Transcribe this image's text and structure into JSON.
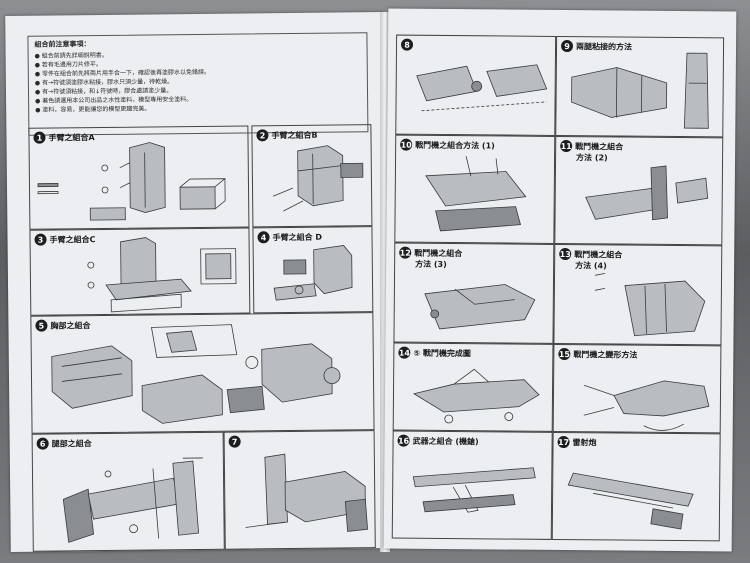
{
  "notes": {
    "title": "組合前注意事項：",
    "lines": [
      "● 組合前請先詳細說明書。",
      "● 若有毛邊用刀片修平。",
      "● 零件在組合前先將兩片用手合一下，確認後再塗膠水以免錯誤。",
      "● 有→符號須塗膠水粘接，膠水只須少量，待乾燥。",
      "● 有→符號須粘接，和↓符號時，膠合處請塗少量。",
      "● 著色請選用本公司出品之水性塗料，模型專用安全塗料。",
      "● 塗料，容易，更能讓您的模型更趨完美。"
    ]
  },
  "steps": [
    {
      "num": "1",
      "title": "手臂之組合A"
    },
    {
      "num": "2",
      "title": "手臂之組合B"
    },
    {
      "num": "3",
      "title": "手臂之組合C"
    },
    {
      "num": "4",
      "title": "手臂之組合 D"
    },
    {
      "num": "5",
      "title": "胸部之組合"
    },
    {
      "num": "6",
      "title": "腿部之組合"
    },
    {
      "num": "7",
      "title": ""
    },
    {
      "num": "8",
      "title": ""
    },
    {
      "num": "9",
      "title": "兩腿粘接的方法"
    },
    {
      "num": "10",
      "title": "戰鬥機之組合方法 (1)"
    },
    {
      "num": "11",
      "title": "戰鬥機之組合",
      "title2": "方法 (2)"
    },
    {
      "num": "12",
      "title": "戰鬥機之組合",
      "title2": "方法 (3)"
    },
    {
      "num": "13",
      "title": "戰鬥機之組合",
      "title2": "方法 (4)"
    },
    {
      "num": "14",
      "title": "⑤ 戰鬥機完成圖"
    },
    {
      "num": "15",
      "title": "戰鬥機之變形方法"
    },
    {
      "num": "16",
      "title": "武器之組合 (機鎗)"
    },
    {
      "num": "17",
      "title": "雷射炮"
    }
  ]
}
